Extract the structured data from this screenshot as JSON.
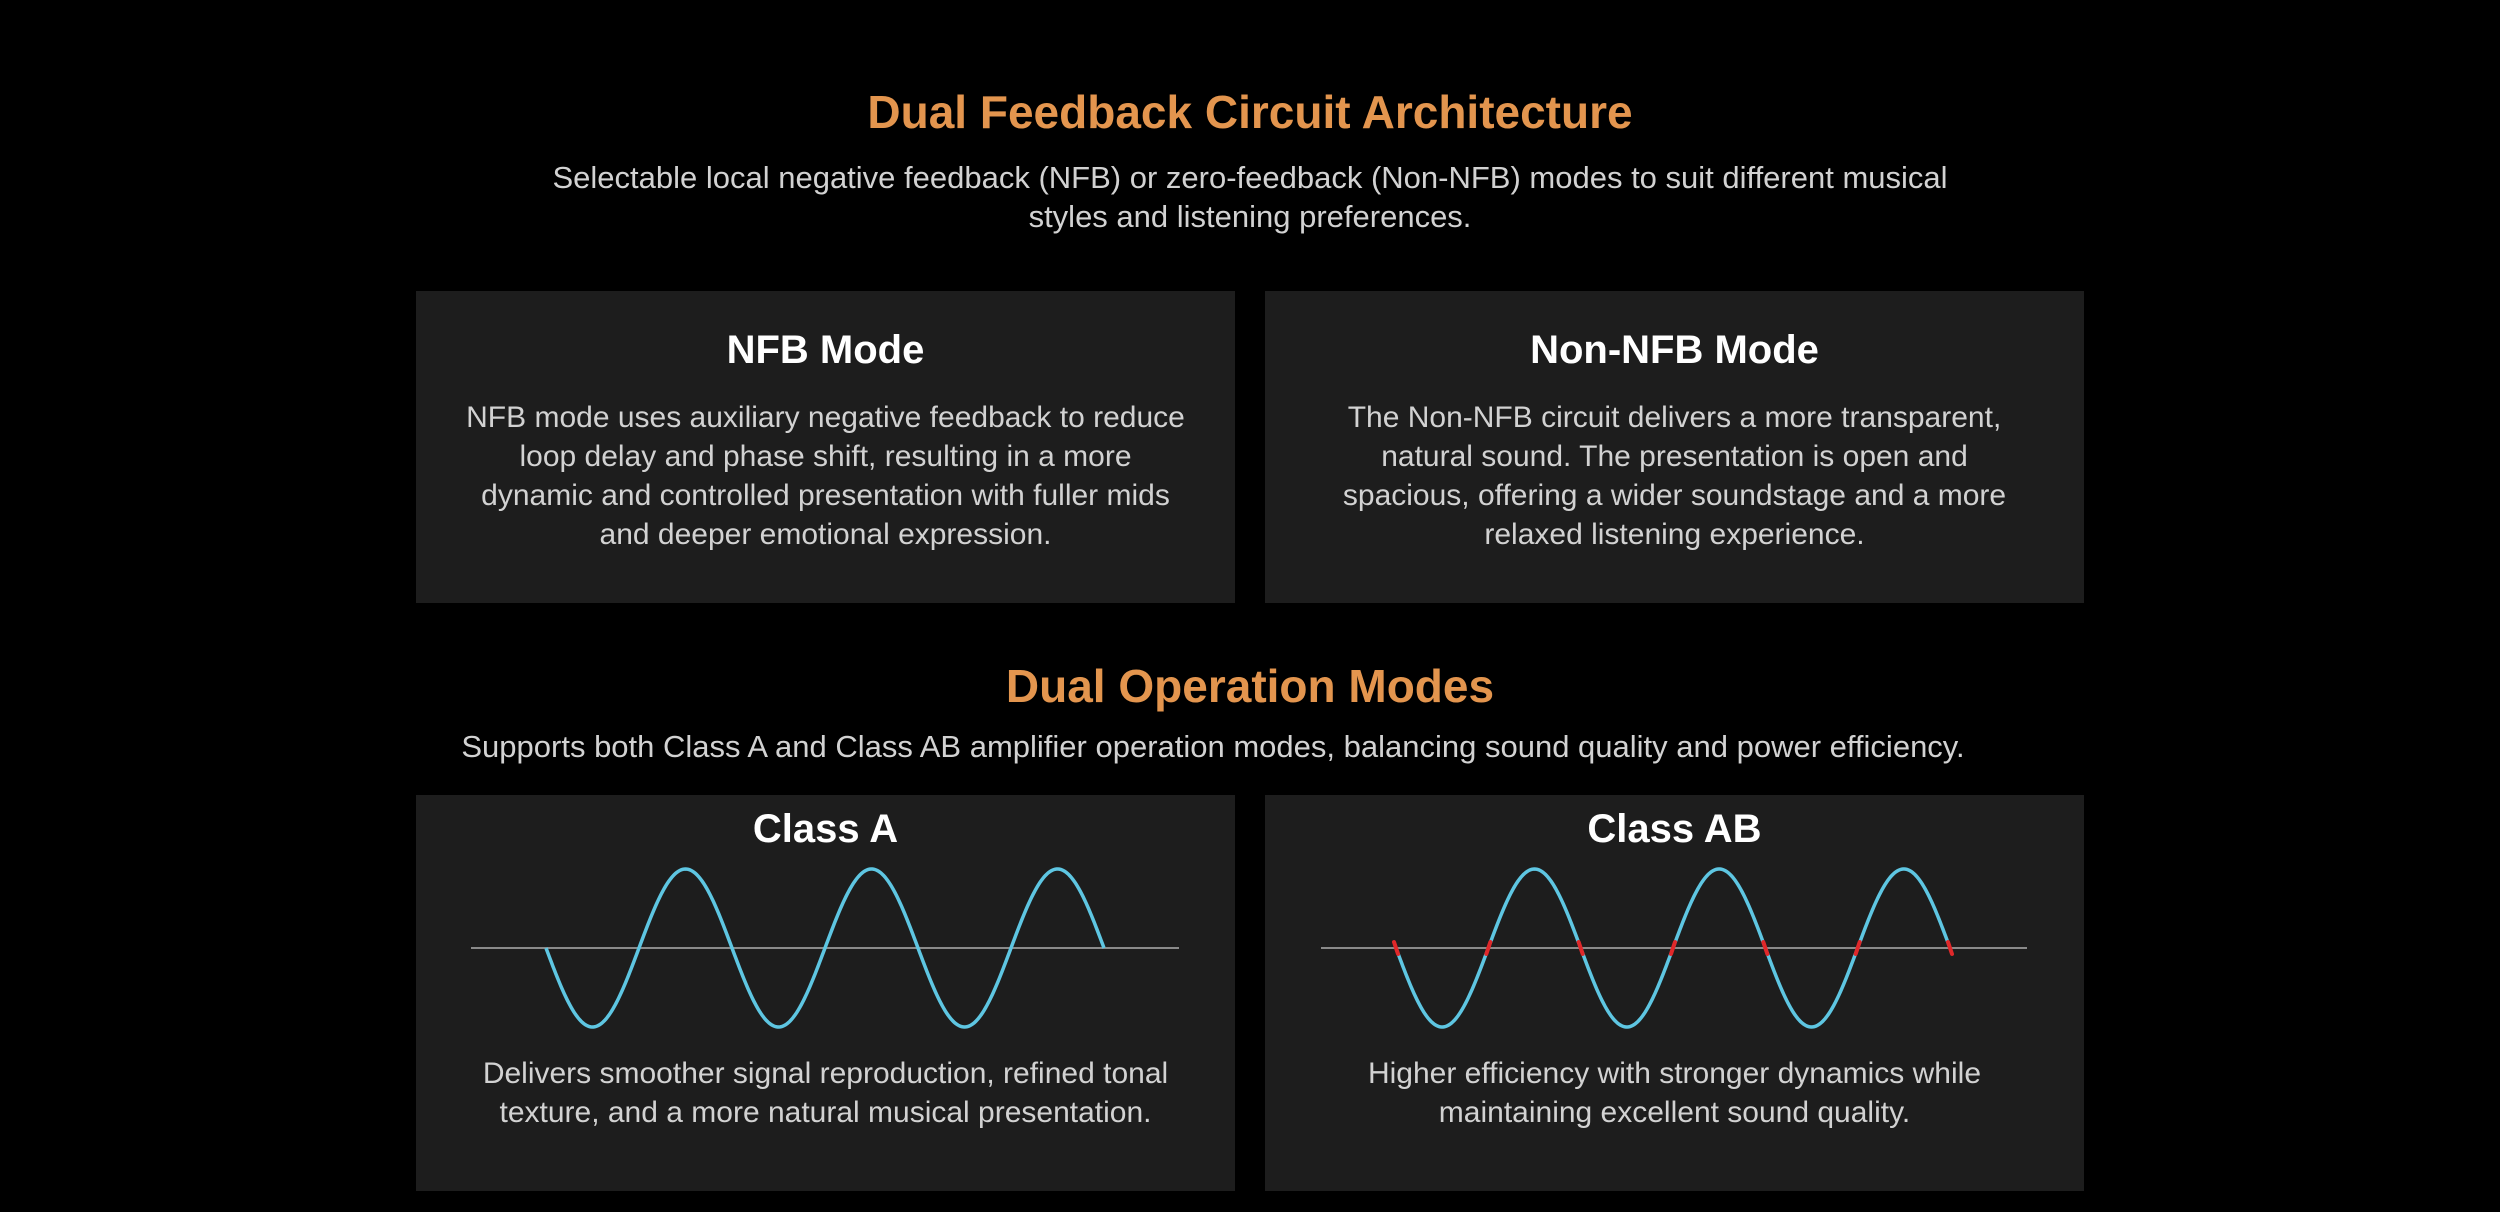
{
  "colors": {
    "background": "#000000",
    "accent": "#e3954e",
    "card_bg": "#1d1d1d",
    "heading": "#ffffff",
    "body_text": "#d2d2d2",
    "wave": "#5ec6e2",
    "axis": "#8a8a8a",
    "crossover_marker": "#e0282a"
  },
  "feedback_section": {
    "title": "Dual Feedback Circuit Architecture",
    "subtitle_line1": "Selectable local negative feedback (NFB) or zero-feedback (Non-NFB) modes to suit different musical",
    "subtitle_line2": "styles and listening preferences.",
    "cards": [
      {
        "title": "NFB Mode",
        "body_lines": [
          "NFB mode uses auxiliary negative feedback to reduce",
          "loop delay and phase shift, resulting in a more",
          "dynamic and controlled presentation with fuller mids",
          "and deeper emotional expression."
        ]
      },
      {
        "title": "Non-NFB Mode",
        "body_lines": [
          "The Non-NFB circuit delivers a more transparent,",
          "natural sound. The presentation is open and",
          "spacious, offering a wider soundstage and a more",
          "relaxed listening experience."
        ]
      }
    ]
  },
  "operation_section": {
    "title": "Dual Operation Modes",
    "subtitle": "Supports both Class A and Class AB amplifier operation modes, balancing sound quality and power efficiency.",
    "cards": [
      {
        "title": "Class A",
        "body_lines": [
          "Delivers smoother signal reproduction, refined tonal",
          "texture, and a more natural musical presentation."
        ],
        "waveform": {
          "cycles": 3,
          "starts_with": "trough",
          "crossover_markers": false
        }
      },
      {
        "title": "Class AB",
        "body_lines": [
          "Higher efficiency with stronger dynamics while",
          "maintaining excellent sound quality."
        ],
        "waveform": {
          "cycles": 3,
          "starts_with": "trough",
          "crossover_markers": true
        }
      }
    ]
  }
}
